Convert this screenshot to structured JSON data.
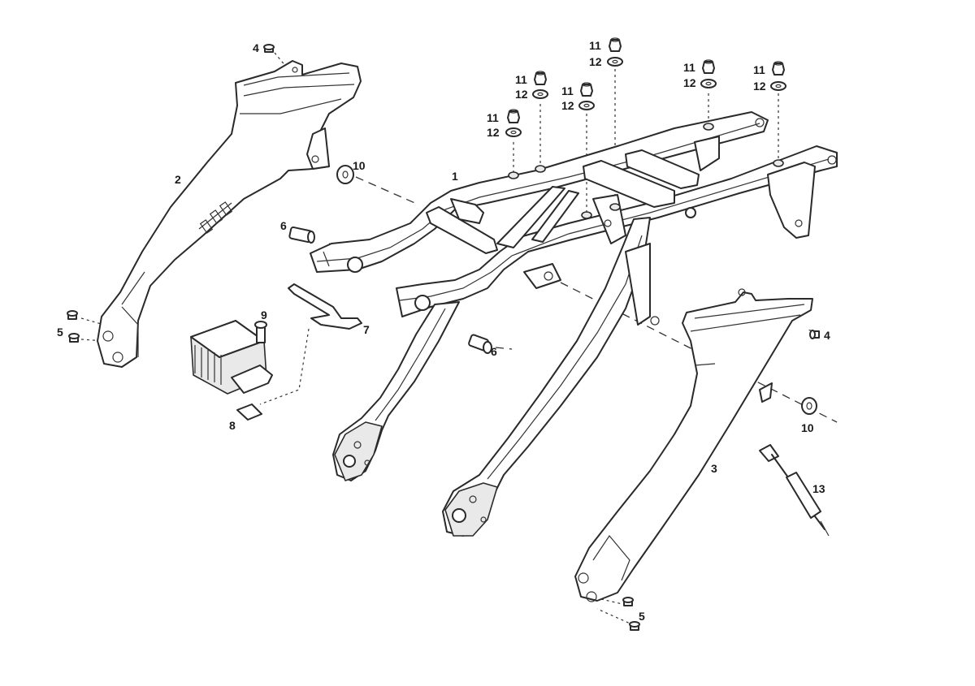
{
  "callouts": [
    {
      "id": "c1",
      "text": "1"
    },
    {
      "id": "c2",
      "text": "2"
    },
    {
      "id": "c3",
      "text": "3"
    },
    {
      "id": "c4a",
      "text": "4"
    },
    {
      "id": "c4b",
      "text": "4"
    },
    {
      "id": "c5a",
      "text": "5"
    },
    {
      "id": "c5b",
      "text": "5"
    },
    {
      "id": "c6a",
      "text": "6"
    },
    {
      "id": "c6b",
      "text": "6"
    },
    {
      "id": "c7",
      "text": "7"
    },
    {
      "id": "c8",
      "text": "8"
    },
    {
      "id": "c9",
      "text": "9"
    },
    {
      "id": "c10a",
      "text": "10"
    },
    {
      "id": "c10b",
      "text": "10"
    },
    {
      "id": "c11a",
      "text": "11"
    },
    {
      "id": "c11b",
      "text": "11"
    },
    {
      "id": "c11c",
      "text": "11"
    },
    {
      "id": "c11d",
      "text": "11"
    },
    {
      "id": "c11e",
      "text": "11"
    },
    {
      "id": "c11f",
      "text": "11"
    },
    {
      "id": "c12a",
      "text": "12"
    },
    {
      "id": "c12b",
      "text": "12"
    },
    {
      "id": "c12c",
      "text": "12"
    },
    {
      "id": "c12d",
      "text": "12"
    },
    {
      "id": "c12e",
      "text": "12"
    },
    {
      "id": "c12f",
      "text": "12"
    },
    {
      "id": "c13",
      "text": "13"
    }
  ]
}
